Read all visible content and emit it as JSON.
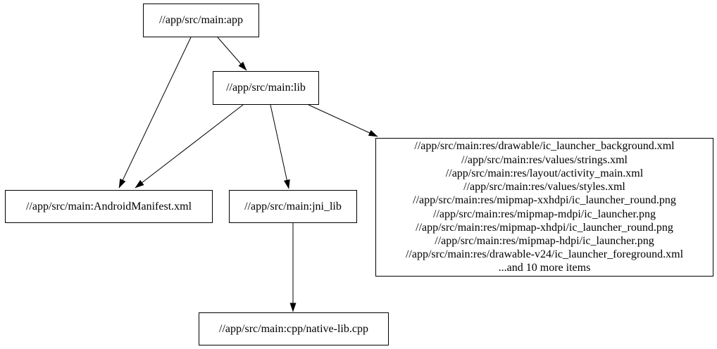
{
  "graph": {
    "type": "directed-dependency-graph",
    "nodes": {
      "app": {
        "label": "//app/src/main:app"
      },
      "lib": {
        "label": "//app/src/main:lib"
      },
      "android_manifest": {
        "label": "//app/src/main:AndroidManifest.xml"
      },
      "jni_lib": {
        "label": "//app/src/main:jni_lib"
      },
      "res_group": {
        "lines": [
          "//app/src/main:res/drawable/ic_launcher_background.xml",
          "//app/src/main:res/values/strings.xml",
          "//app/src/main:res/layout/activity_main.xml",
          "//app/src/main:res/values/styles.xml",
          "//app/src/main:res/mipmap-xxhdpi/ic_launcher_round.png",
          "//app/src/main:res/mipmap-mdpi/ic_launcher.png",
          "//app/src/main:res/mipmap-xhdpi/ic_launcher_round.png",
          "//app/src/main:res/mipmap-hdpi/ic_launcher.png",
          "//app/src/main:res/drawable-v24/ic_launcher_foreground.xml",
          "...and 10 more items"
        ]
      },
      "native_lib_cpp": {
        "label": "//app/src/main:cpp/native-lib.cpp"
      }
    },
    "edges": [
      {
        "from": "app",
        "to": "lib"
      },
      {
        "from": "app",
        "to": "android_manifest"
      },
      {
        "from": "lib",
        "to": "android_manifest"
      },
      {
        "from": "lib",
        "to": "jni_lib"
      },
      {
        "from": "lib",
        "to": "res_group"
      },
      {
        "from": "jni_lib",
        "to": "native_lib_cpp"
      }
    ],
    "colors": {
      "background": "#ffffff",
      "node_border": "#000000",
      "text": "#000000",
      "edge": "#000000"
    }
  }
}
